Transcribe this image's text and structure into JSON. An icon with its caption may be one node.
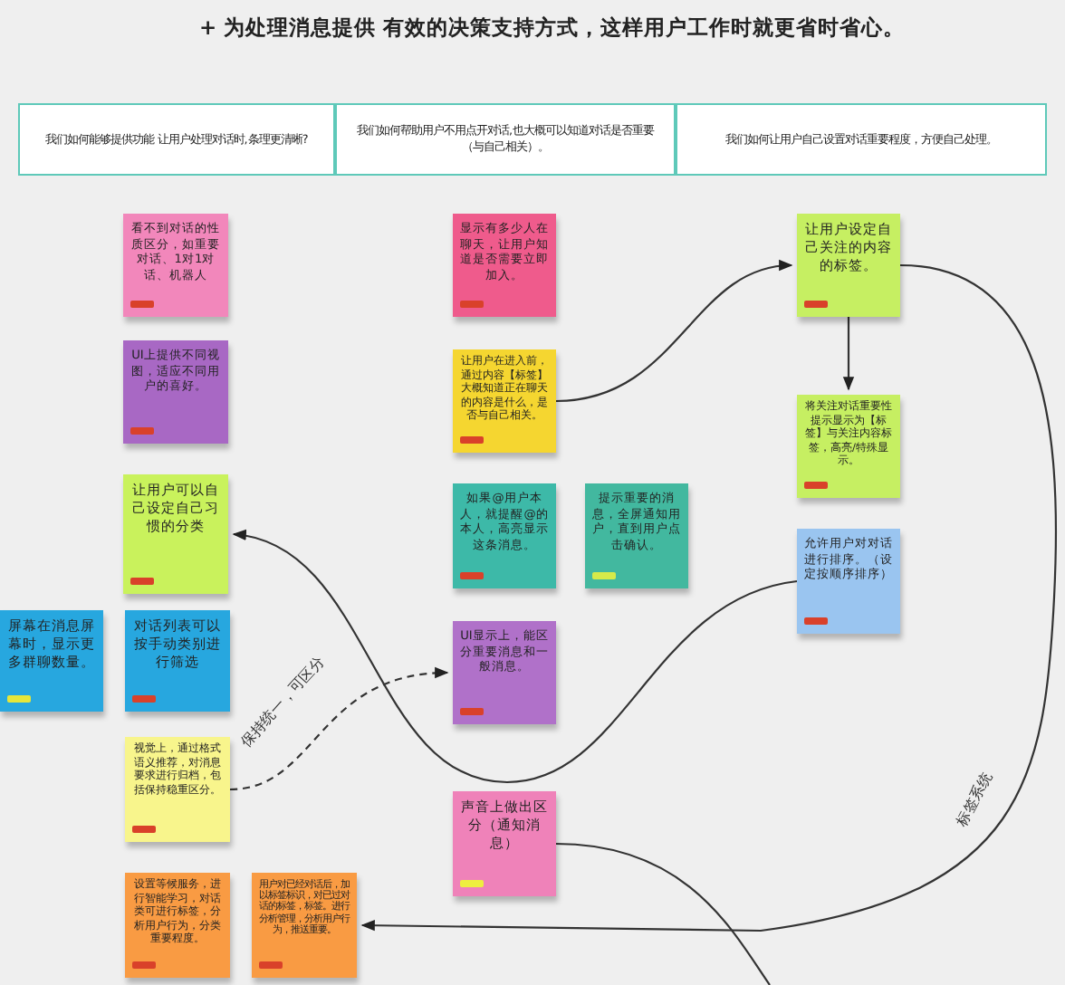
{
  "diagram": {
    "title": "+ 为处理消息提供 有效的决策支持方式，这样用户工作时就更省时省心。",
    "nodes": [
      {
        "text": [
          "我们如何能够提供功能 让用户处理对话时,条理更清晰?"
        ]
      },
      {
        "text": [
          "我们如何帮助用户不用点开对话,也大概可以知道对话是否重要（与自己相关）。"
        ]
      },
      {
        "text": [
          "我们如何让用户自己设置对话重要程度，方便自己处理。"
        ]
      },
      {
        "text": [
          "看不到对话的性质区分，如重要对话、1对1对话、机器人"
        ]
      },
      {
        "text": [
          "UI上提供不同视图，适应不同用户的喜好。"
        ]
      },
      {
        "text": [
          "让用户可以自己设定自己习惯的分类"
        ]
      },
      {
        "text": [
          "屏幕在消息屏幕时，显示更多群聊数量。"
        ]
      },
      {
        "text": [
          "对话列表可以按手动类别进行筛选"
        ]
      },
      {
        "text": [
          "视觉上，通过格式语义推荐，对消息要求进行归档，包括保持稳重区分。"
        ]
      },
      {
        "text": [
          "设置等候服务，进行智能学习，对话类可进行标签，分析用户行为，分类重要程度。"
        ]
      },
      {
        "text": [
          "用户对已经对话后，加以标签标识，对已过对话的标签，标签。进行分析管理，分析用户行为，推送重要。"
        ]
      },
      {
        "text": [
          "显示有多少人在聊天，让用户知道是否需要立即加入。"
        ]
      },
      {
        "text": [
          "让用户在进入前，通过内容【标签】大概知道正在聊天的内容是什么，是否与自己相关。"
        ]
      },
      {
        "text": [
          "如果@用户本人，就提醒@的本人，高亮显示这条消息。"
        ]
      },
      {
        "text": [
          "提示重要的消息，全屏通知用户，直到用户点击确认。"
        ]
      },
      {
        "text": [
          "UI显示上，能区分重要消息和一般消息。"
        ]
      },
      {
        "text": [
          "声音上做出区分（通知消息）"
        ]
      },
      {
        "text": [
          "让用户设定自己关注的内容的标签。"
        ]
      },
      {
        "text": [
          "将关注对话重要性提示显示为【标签】与关注内容标签，高亮/特殊显示。"
        ]
      },
      {
        "text": [
          "允许用户对对话进行排序。（设定按顺序排序）"
        ]
      }
    ],
    "edges": [
      {
        "from": 12,
        "to": 17,
        "arrow": "to"
      },
      {
        "from": 17,
        "to": 18,
        "arrow": "to"
      },
      {
        "from": 19,
        "to": 5,
        "arrow": "to"
      },
      {
        "from": 8,
        "to": 15,
        "arrow": "to",
        "label": "保持统一，可区分",
        "style": "dashed"
      },
      {
        "from": 17,
        "to": 10,
        "arrow": "to",
        "label": "标签系统"
      },
      {
        "from": 16,
        "to": null,
        "arrow": "none"
      }
    ]
  }
}
